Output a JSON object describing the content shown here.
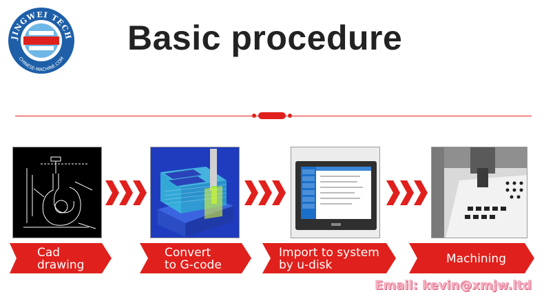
{
  "logo": {
    "top_text": "JINGWEI TECH",
    "bottom_text": "CHINESE-MACHINE.COM"
  },
  "page_title": "Basic procedure",
  "steps": [
    {
      "line1": "Cad",
      "line2": "drawing"
    },
    {
      "line1": "Convert",
      "line2": "to G-code"
    },
    {
      "line1": "Import to system",
      "line2": "by u-disk"
    },
    {
      "line1": "Machining",
      "line2": ""
    }
  ],
  "email": "Email: kevin@xmjw.ltd",
  "colors": {
    "accent": "#e0201c",
    "logo_blue": "#1e5fa8",
    "email_pink": "#f6b0c0"
  },
  "images": [
    "cad-drawing-image",
    "gcode-simulation-image",
    "controller-device-image",
    "machining-image"
  ]
}
